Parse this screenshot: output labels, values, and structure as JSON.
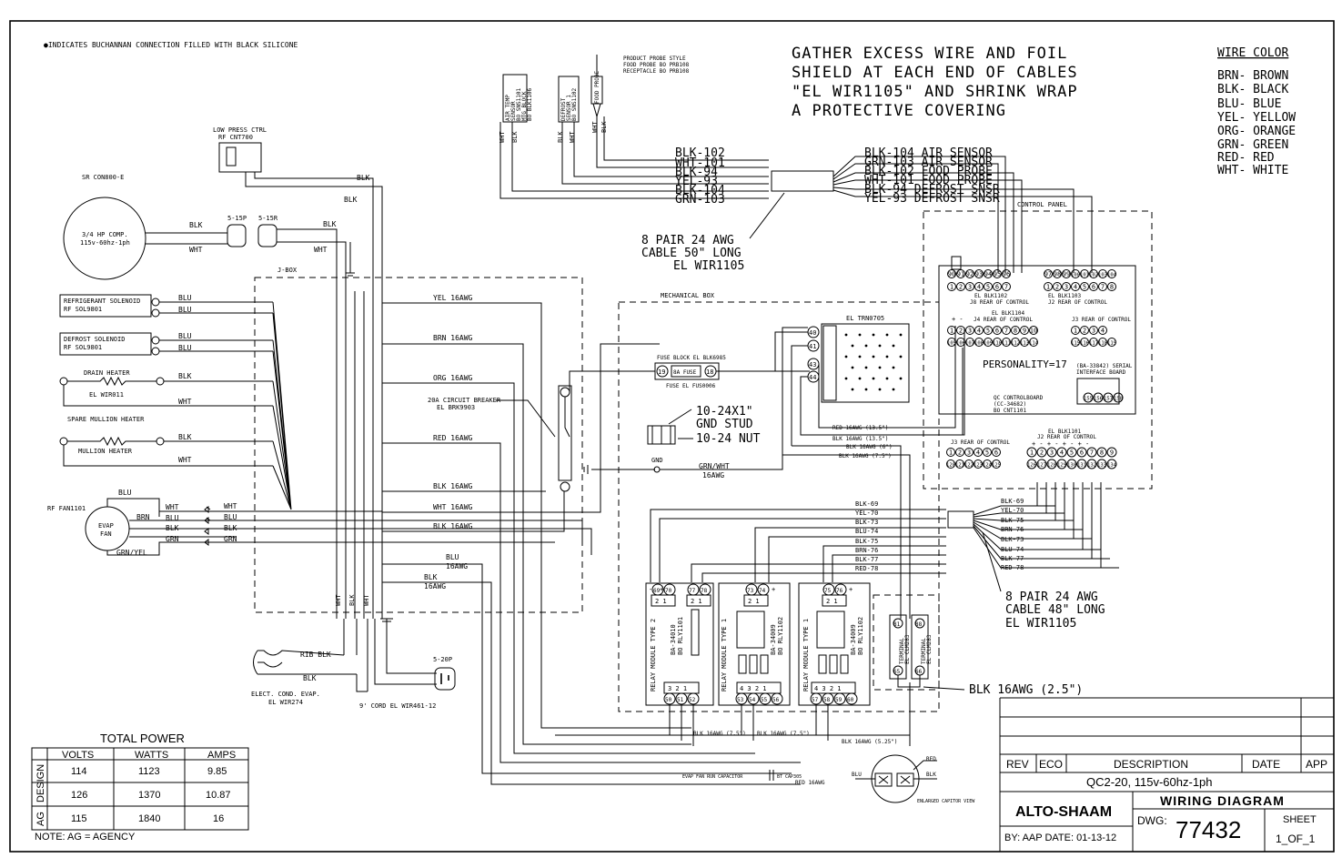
{
  "top_note": "●INDICATES BUCHANNAN CONNECTION FILLED WITH BLACK SILICONE",
  "gather_note": [
    "GATHER EXCESS WIRE AND FOIL",
    "SHIELD AT EACH END OF CABLES",
    "\"EL WIR1105\" AND SHRINK WRAP",
    "A PROTECTIVE COVERING"
  ],
  "wire_color": {
    "title": "WIRE COLOR",
    "items": [
      "BRN- BROWN",
      "BLK- BLACK",
      "BLU- BLUE",
      "YEL- YELLOW",
      "ORG- ORANGE",
      "GRN- GREEN",
      "RED- RED",
      "WHT- WHITE"
    ]
  },
  "probe_note": [
    "PRODUCT PROBE STYLE",
    "FOOD PROBE BO PRB108",
    "RECEPTACLE BO PRB108"
  ],
  "sensors": {
    "air": [
      "AIR TEMP",
      "SENSOR",
      "BO SNS1101",
      "MTG BLOCK",
      "BO BLK1106"
    ],
    "defrost": [
      "DEFROST",
      "SENSOR 1",
      "BO SNS1102"
    ],
    "food": "FOOD PROBE"
  },
  "cable_left": [
    "BLK-102",
    "WHT-101",
    "BLK-94",
    "YEL-93",
    "BLK-104",
    "GRN-103"
  ],
  "cable_right": [
    "BLK-104 AIR SENSOR",
    "GRN-103 AIR SENSOR",
    "BLK-102 FOOD PROBE",
    "WHT-101 FOOD PROBE",
    "BLK-94 DEFROST SNSR",
    "YEL-93 DEFROST SNSR"
  ],
  "cable1": [
    "8 PAIR 24 AWG",
    "CABLE 50\" LONG",
    "EL WIR1105"
  ],
  "cable2": [
    "8 PAIR 24 AWG",
    "CABLE 48\" LONG",
    "EL WIR1105"
  ],
  "low_press": [
    "LOW PRESS CTRL",
    "RF CNT700"
  ],
  "compressor": {
    "title": "SR CON800-E",
    "label": [
      "3/4 HP COMP.",
      "115v-60hz-1ph"
    ]
  },
  "plugs": [
    "5-15P",
    "5-15R",
    "5-20P"
  ],
  "jbox": "J-BOX",
  "mech_box": "MECHANICAL BOX",
  "control_panel": "CONTROL PANEL",
  "components": [
    [
      "REFRIGERANT SOLENOID",
      "RF SOL9801"
    ],
    [
      "DEFROST SOLENOID",
      "RF SOL9801"
    ],
    [
      "DRAIN HEATER",
      "EL WIR011"
    ],
    [
      "SPARE MULLION HEATER",
      "MULLION HEATER"
    ]
  ],
  "main_wires": [
    "YEL 16AWG",
    "BRN 16AWG",
    "ORG 16AWG",
    "RED 16AWG",
    "BLK 16AWG",
    "WHT 16AWG",
    "BLK 16AWG"
  ],
  "breaker": [
    "20A CIRCUIT BREAKER",
    "EL BRK9903"
  ],
  "fuse_block": [
    "FUSE BLOCK EL BLK6985",
    "8A FUSE",
    "FUSE EL FUS0006"
  ],
  "gnd_stud": [
    "10-24X1\"",
    "GND STUD",
    "10-24 NUT"
  ],
  "gnd": "GND",
  "grn_wht": [
    "GRN/WHT",
    "16AWG"
  ],
  "trn": "EL TRN0705",
  "fan": {
    "ref": "RF FAN1101",
    "label": [
      "EVAP",
      "FAN"
    ],
    "wires": [
      "BLU",
      "WHT",
      "BRN",
      "BLU",
      "BLK",
      "GRN",
      "GRN/YEL"
    ]
  },
  "blu_16": [
    "BLU",
    "16AWG"
  ],
  "blk_16": [
    "BLK",
    "16AWG"
  ],
  "rib": [
    "RIB BLK",
    "BLK",
    "ELECT. COND. EVAP.",
    "EL WIR274"
  ],
  "cord": "9' CORD  EL WIR461-12",
  "leads": [
    "RED 16AWG (13.5\")",
    "BLK 16AWG (13.5\")",
    "BLK 16AWG (6\")",
    "BLK 16AWG (7.5\")"
  ],
  "bundle_left": [
    "BLK-69",
    "YEL-70",
    "BLK-73",
    "BLU-74",
    "BLK-75",
    "BRN-76",
    "BLK-77",
    "RED-78"
  ],
  "bundle_right": [
    "BLK-69",
    "YEL-70",
    "BLK-75",
    "BRN-76",
    "BLK-73",
    "BLU-74",
    "BLK-77",
    "RED-78"
  ],
  "relays": [
    {
      "type": "RELAY MODULE TYPE 2",
      "part": [
        "BA-34010",
        "BO RLY1101"
      ],
      "top": [
        "69",
        "70",
        "77",
        "78"
      ],
      "bottom": [
        "50",
        "51",
        "52"
      ]
    },
    {
      "type": "RELAY MODULE TYPE 1",
      "part": [
        "BA-34009",
        "BO RLY1102"
      ],
      "top": [
        "73",
        "74"
      ],
      "bottom": [
        "53",
        "54",
        "55",
        "56"
      ]
    },
    {
      "type": "RELAY MODULE TYPE 1",
      "part": [
        "BA-34009",
        "BO RLY1102"
      ],
      "top": [
        "75",
        "76"
      ],
      "bottom": [
        "57",
        "58",
        "59",
        "60"
      ]
    }
  ],
  "terminals": [
    {
      "name": [
        "TERMINAL",
        "EL CLM283"
      ],
      "pins": [
        "81",
        "65"
      ]
    },
    {
      "name": [
        "TERMINAL",
        "EL CLM283"
      ],
      "pins": [
        "88",
        "66"
      ]
    }
  ],
  "blk25": "BLK 16AWG (2.5\")",
  "bottom_leads": [
    "BLK 16AWG (7.5\")",
    "BLK 16AWG (7.5\")",
    "BLK 16AWG (5.25\")"
  ],
  "capacitor": [
    "EVAP FAN RUN CAPACITOR",
    "BT CAP305",
    "RED 16AWG",
    "ENLARGED CAPITOR VIEW",
    "BLU",
    "BLK",
    "RED"
  ],
  "connectors": {
    "j8": {
      "label": [
        "EL BLK1102",
        "J8 REAR OF CONTROL"
      ],
      "top": [
        "90",
        "91",
        "92",
        "93",
        "94",
        "95",
        "96"
      ],
      "bottom": [
        "1",
        "2",
        "3",
        "4",
        "5",
        "6",
        "7"
      ]
    },
    "j2": {
      "label": [
        "EL BLK1103",
        "J2 REAR OF CONTROL"
      ],
      "top": [
        "97",
        "98",
        "99",
        "100",
        "101",
        "102",
        "103",
        "104"
      ],
      "bottom": [
        "1",
        "2",
        "3",
        "4",
        "5",
        "6",
        "7",
        "8"
      ]
    },
    "j4": {
      "label": [
        "EL BLK1104",
        "J4 REAR OF CONTROL"
      ],
      "top": [
        "1",
        "2",
        "3",
        "4",
        "5",
        "6",
        "7",
        "8",
        "9",
        "10"
      ],
      "bottom": [
        "105",
        "106",
        "107",
        "108",
        "109",
        "110",
        "111",
        "112",
        "113",
        "114"
      ]
    },
    "j3a": {
      "label": "J3 REAR OF CONTROL",
      "top": [
        "1",
        "2",
        "3",
        "4"
      ],
      "bottom": [
        "115",
        "116",
        "117",
        "118",
        "119"
      ]
    },
    "j3": {
      "label": "J3 REAR OF CONTROL",
      "top": [
        "1",
        "2",
        "3",
        "4",
        "5",
        "6"
      ],
      "bottom": [
        "120",
        "121",
        "122",
        "123",
        "124",
        "125"
      ]
    },
    "j2b": {
      "label": [
        "EL BLK1101",
        "J2 REAR OF CONTROL"
      ],
      "top": [
        "1",
        "2",
        "3",
        "4",
        "5",
        "6",
        "7",
        "8",
        "9"
      ],
      "bottom": [
        "126",
        "127",
        "128",
        "129",
        "130",
        "131",
        "132",
        "133",
        "134"
      ]
    }
  },
  "personality": "PERSONALITY=17",
  "serial": [
    "(BA-33842) SERIAL",
    "INTERFACE BOARD"
  ],
  "serial_pins": [
    "155",
    "156",
    "157",
    "158"
  ],
  "controlboard": [
    "QC CONTROLBOARD",
    "(CC-34682)",
    "BO CNT1101"
  ],
  "power": {
    "title": "TOTAL POWER",
    "headers": [
      "VOLTS",
      "WATTS",
      "AMPS"
    ],
    "rows": [
      {
        "side": "DESIGN",
        "volts": "114",
        "watts": "1123",
        "amps": "9.85"
      },
      {
        "side": "",
        "volts": "126",
        "watts": "1370",
        "amps": "10.87"
      },
      {
        "side": "AG",
        "volts": "115",
        "watts": "1840",
        "amps": "16"
      }
    ],
    "note": "NOTE: AG = AGENCY"
  },
  "titleblock": {
    "headers": [
      "REV",
      "ECO",
      "DESCRIPTION",
      "DATE",
      "APP"
    ],
    "model": "QC2-20, 115v-60hz-1ph",
    "company": "ALTO-SHAAM",
    "title": "WIRING DIAGRAM",
    "dwg_label": "DWG:",
    "dwg": "77432",
    "sheet_label": "SHEET",
    "sheet": "1_OF_1",
    "by": "BY:  AAP DATE: 01-13-12"
  }
}
